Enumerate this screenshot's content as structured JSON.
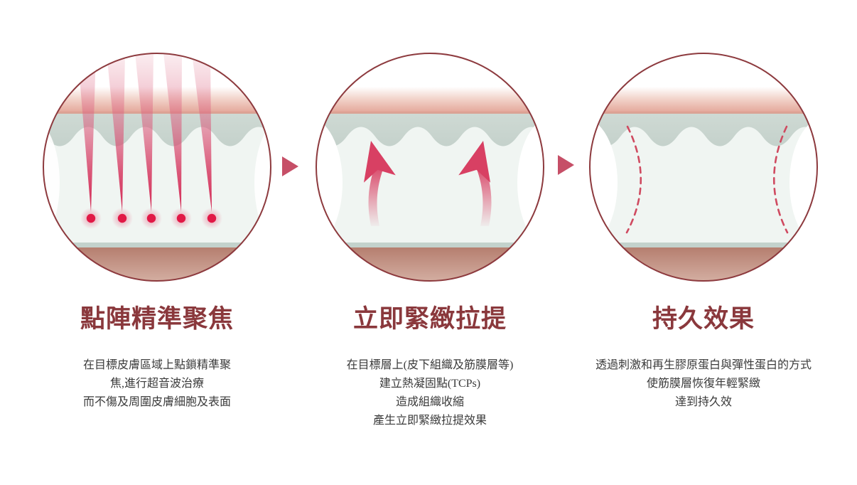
{
  "page": {
    "background": "#ffffff",
    "language": "zh-Hant",
    "kind": "three-step skin treatment infographic"
  },
  "colors": {
    "title_maroon": "#8a383c",
    "body_text": "#3a3a3a",
    "circle_border": "#8d3a3e",
    "separator_arrow": "#c64f67",
    "beam_red": "#d63a62",
    "focal_dot_red": "#e11946",
    "lift_arrow_red": "#d84063",
    "dashed_contour_red": "#cf4a60",
    "epidermis_pink": "#e2a294",
    "dermis_grey_green": "#c9d5cf",
    "subcutis_mint": "#f0f5f2",
    "muscle_tan": "#b47c6d"
  },
  "panels": [
    {
      "title": "點陣精準聚焦",
      "illustration": "fractional-focus-beams",
      "body_lines": [
        "在目標皮膚區域上點鎖精準聚",
        "焦,進行超音波治療",
        "而不傷及周圍皮膚細胞及表面"
      ]
    },
    {
      "title": "立即緊緻拉提",
      "illustration": "upward-lift-arrows",
      "body_lines": [
        "在目標層上(皮下組織及筋膜層等)",
        "建立熱凝固點(TCPs)",
        "造成組織收縮",
        "產生立即緊緻拉提效果"
      ]
    },
    {
      "title": "持久效果",
      "illustration": "tightened-contour-dashes",
      "body_lines": [
        "透過刺激和再生膠原蛋白與彈性蛋白的方式",
        "使筋膜層恢復年輕緊緻",
        "達到持久效"
      ]
    }
  ],
  "separators": [
    {
      "icon": "right-triangle-icon"
    },
    {
      "icon": "right-triangle-icon"
    }
  ]
}
